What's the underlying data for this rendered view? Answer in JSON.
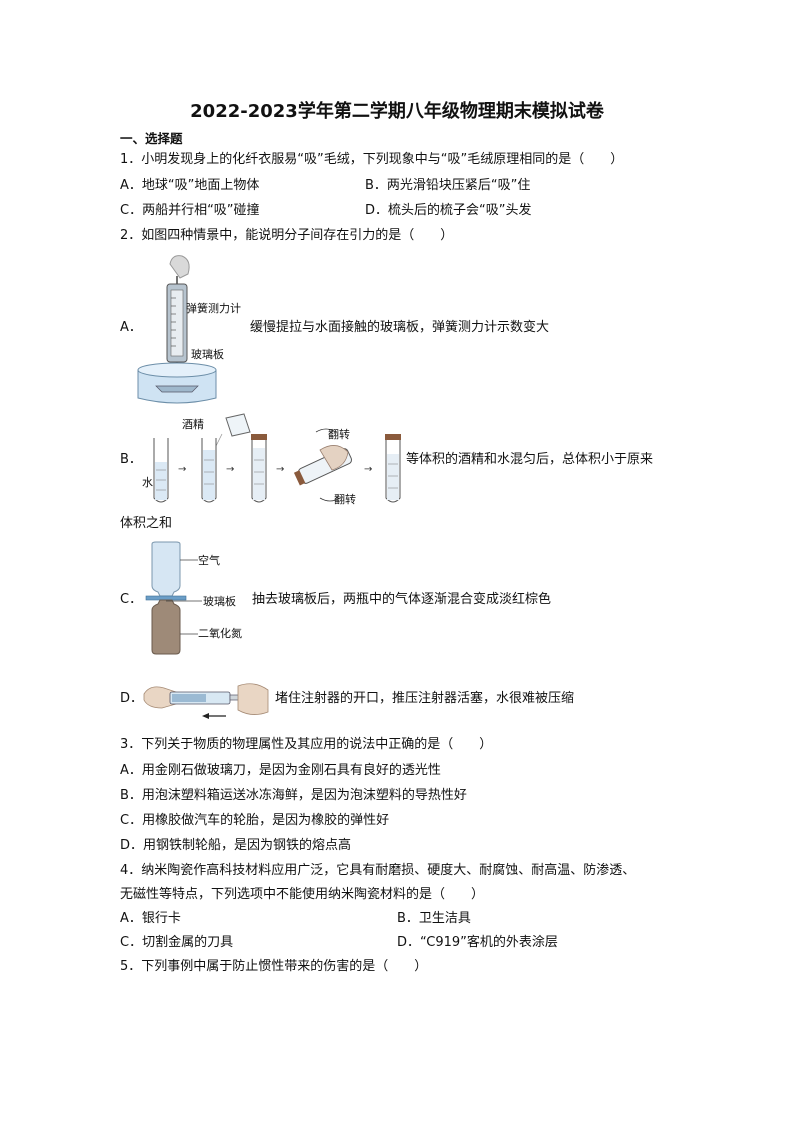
{
  "title": "2022-2023学年第二学期八年级物理期末模拟试卷",
  "section": "一、选择题",
  "q1": {
    "stem": "1．小明发现身上的化纤衣服易“吸”毛绒，下列现象中与“吸”毛绒原理相同的是（　　）",
    "A": "A．地球“吸”地面上物体",
    "B": "B．两光滑铅块压紧后“吸”住",
    "C": "C．两船并行相“吸”碰撞",
    "D": "D．梳头后的梳子会“吸”头发"
  },
  "q2": {
    "stem": "2．如图四种情景中，能说明分子间存在引力的是（　　）",
    "A": {
      "letter": "A．",
      "text": "缓慢提拉与水面接触的玻璃板，弹簧测力计示数变大",
      "fig_spring": "弹簧测力计",
      "fig_glass": "玻璃板"
    },
    "B": {
      "letter": "B．",
      "text": "等体积的酒精和水混匀后，总体积小于原来",
      "text2": "体积之和",
      "fig_alcohol": "酒精",
      "fig_water": "水",
      "fig_flip1": "翻转",
      "fig_flip2": "翻转"
    },
    "C": {
      "letter": "C．",
      "text": "抽去玻璃板后，两瓶中的气体逐渐混合变成淡红棕色",
      "fig_air": "空气",
      "fig_glass": "玻璃板",
      "fig_no2": "二氧化氮"
    },
    "D": {
      "letter": "D．",
      "text": "堵住注射器的开口，推压注射器活塞，水很难被压缩"
    }
  },
  "q3": {
    "stem": "3．下列关于物质的物理属性及其应用的说法中正确的是（　　）",
    "A": "A．用金刚石做玻璃刀，是因为金刚石具有良好的透光性",
    "B": "B．用泡沫塑料箱运送冰冻海鲜，是因为泡沫塑料的导热性好",
    "C": "C．用橡胶做汽车的轮胎，是因为橡胶的弹性好",
    "D": "D．用钢铁制轮船，是因为钢铁的熔点高"
  },
  "q4": {
    "stem1": "4．纳米陶瓷作高科技材料应用广泛，它具有耐磨损、硬度大、耐腐蚀、耐高温、防渗透、",
    "stem2": "无磁性等特点，下列选项中不能使用纳米陶瓷材料的是（　　）",
    "A": "A．银行卡",
    "B": "B．卫生洁具",
    "C": "C．切割金属的刀具",
    "D": "D．“C919”客机的外表涂层"
  },
  "q5": {
    "stem": "5．下列事例中属于防止惯性带来的伤害的是（　　）"
  }
}
